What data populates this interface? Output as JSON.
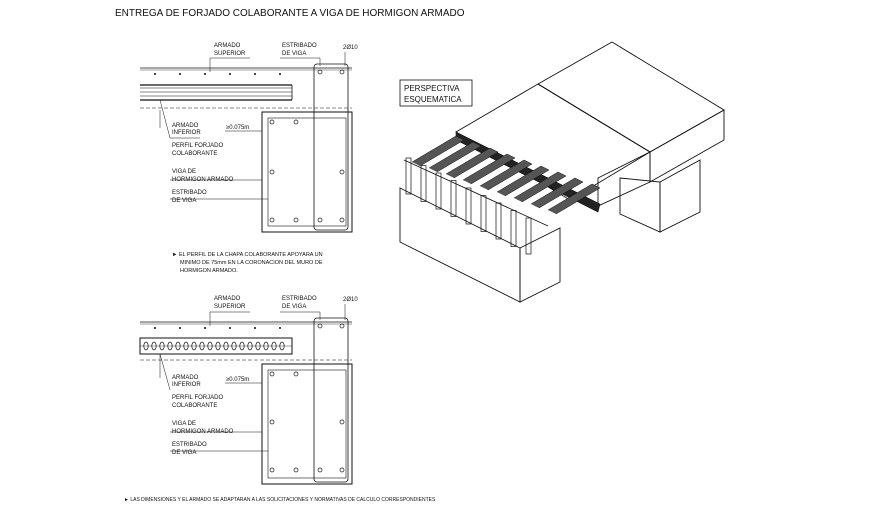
{
  "title": "ENTREGA DE FORJADO COLABORANTE A VIGA DE HORMIGON ARMADO",
  "detail_top": {
    "armado_superior": [
      "ARMADO",
      "SUPERIOR"
    ],
    "estribado_viga": [
      "ESTRIBADO",
      "DE VIGA"
    ],
    "bars": "2Ø10",
    "armado_inferior": [
      "ARMADO",
      "INFERIOR"
    ],
    "dimension": "≥0.075m",
    "perfil": [
      "PERFIL FORJADO",
      "COLABORANTE"
    ],
    "viga": [
      "VIGA DE",
      "HORMIGON ARMADO"
    ],
    "estribado": [
      "ESTRIBADO",
      "DE VIGA"
    ],
    "note": [
      "► EL PERFIL DE LA CHAPA COLABORANTE APOYARA UN",
      "MINIMO DE 75mm EN LA CORONACION DEL MURO DE",
      "HORMIGON ARMADO."
    ]
  },
  "detail_bottom": {
    "armado_superior": [
      "ARMADO",
      "SUPERIOR"
    ],
    "estribado_viga": [
      "ESTRIBADO",
      "DE VIGA"
    ],
    "bars": "2Ø10",
    "armado_inferior": [
      "ARMADO",
      "INFERIOR"
    ],
    "dimension": "≥0.075m",
    "perfil": [
      "PERFIL FORJADO",
      "COLABORANTE"
    ],
    "viga": [
      "VIGA DE",
      "HORMIGON ARMADO"
    ],
    "estribado": [
      "ESTRIBADO",
      "DE VIGA"
    ]
  },
  "perspective": [
    "PERSPECTIVA",
    "ESQUEMATICA"
  ],
  "footer_note": "► LAS DIMENSIONES Y EL ARMADO SE ADAPTARAN A LAS SOLICITACIONES Y NORMATIVAS DE CALCULO CORRESPONDIENTES"
}
